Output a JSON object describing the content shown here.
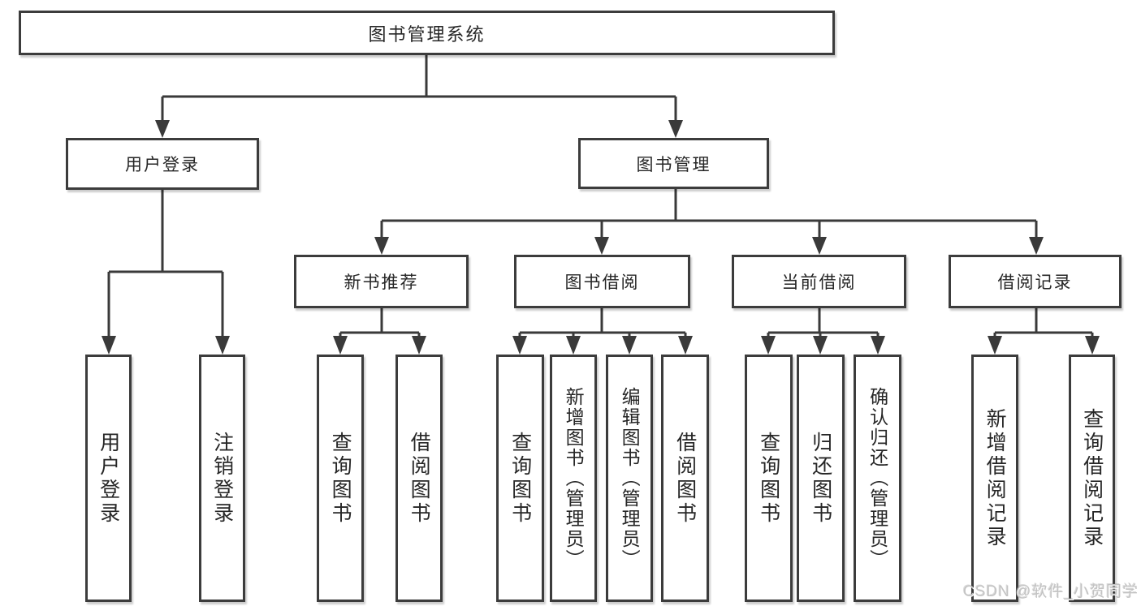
{
  "diagram_title": "图书管理系统",
  "tree": {
    "label": "图书管理系统",
    "children": [
      {
        "label": "用户登录",
        "children": [
          {
            "label": "用户登录"
          },
          {
            "label": "注销登录"
          }
        ]
      },
      {
        "label": "图书管理",
        "children": [
          {
            "label": "新书推荐",
            "children": [
              {
                "label": "查询图书"
              },
              {
                "label": "借阅图书"
              }
            ]
          },
          {
            "label": "图书借阅",
            "children": [
              {
                "label": "查询图书"
              },
              {
                "label": "新增图书（管理员）"
              },
              {
                "label": "编辑图书（管理员）"
              },
              {
                "label": "借阅图书"
              }
            ]
          },
          {
            "label": "当前借阅",
            "children": [
              {
                "label": "查询图书"
              },
              {
                "label": "归还图书"
              },
              {
                "label": "确认归还（管理员）"
              }
            ]
          },
          {
            "label": "借阅记录",
            "children": [
              {
                "label": "新增借阅记录"
              },
              {
                "label": "查询借阅记录"
              }
            ]
          }
        ]
      }
    ]
  },
  "watermark": {
    "text": "CSDN @软件_小贺同学"
  },
  "colors": {
    "line": "#3a3a3a",
    "box_border": "#3c3c3c",
    "text": "#262626",
    "watermark": "#c3c3c3",
    "background": "#ffffff"
  }
}
